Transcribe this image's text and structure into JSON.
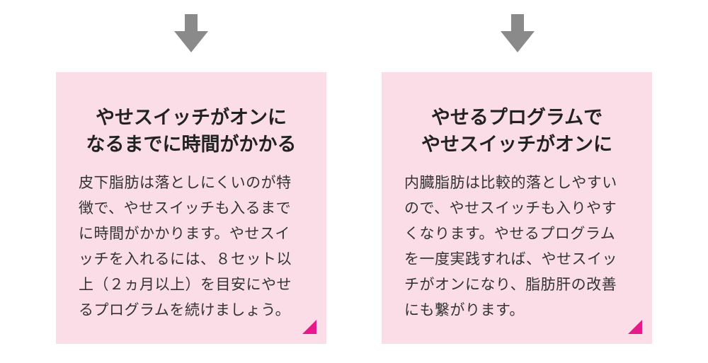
{
  "colors": {
    "arrow": "#8a8a8a",
    "card_bg": "#fbdde8",
    "corner_accent": "#e8198b"
  },
  "icons": {
    "arrow": "arrow-down-icon",
    "corner": "corner-triangle-icon"
  },
  "left_card": {
    "title_lines": [
      "やせスイッチがオンに",
      "なるまでに時間がかかる"
    ],
    "body_lines": [
      "皮下脂肪は落としにくいのが特",
      "徴で、やせスイッチも入るまで",
      "に時間がかかります。やせスイ",
      "ッチを入れるには、８セット以",
      "上（２ヵ月以上）を目安にやせ",
      "るプログラムを続けましょう。"
    ]
  },
  "right_card": {
    "title_lines": [
      "やせるプログラムで",
      "やせスイッチがオンに"
    ],
    "body_lines": [
      "内臓脂肪は比較的落としやすい",
      "ので、やせスイッチも入りやす",
      "くなります。やせるプログラム",
      "を一度実践すれば、やせスイッ",
      "チがオンになり、脂肪肝の改善",
      "にも繋がります。"
    ]
  }
}
